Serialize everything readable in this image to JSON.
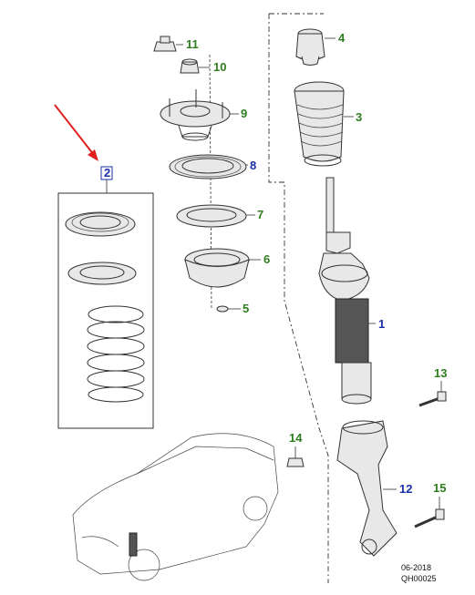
{
  "callouts": {
    "p1": "1",
    "p2": "2",
    "p3": "3",
    "p4": "4",
    "p5": "5",
    "p6": "6",
    "p7": "7",
    "p8": "8",
    "p9": "9",
    "p10": "10",
    "p11": "11",
    "p12": "12",
    "p13": "13",
    "p14": "14",
    "p15": "15"
  },
  "footer": {
    "date": "06-2018",
    "code": "QH00025"
  },
  "colors": {
    "green_label": "#2e7d1e",
    "blue_label": "#1b2fa8",
    "arrow": "#e02020"
  }
}
